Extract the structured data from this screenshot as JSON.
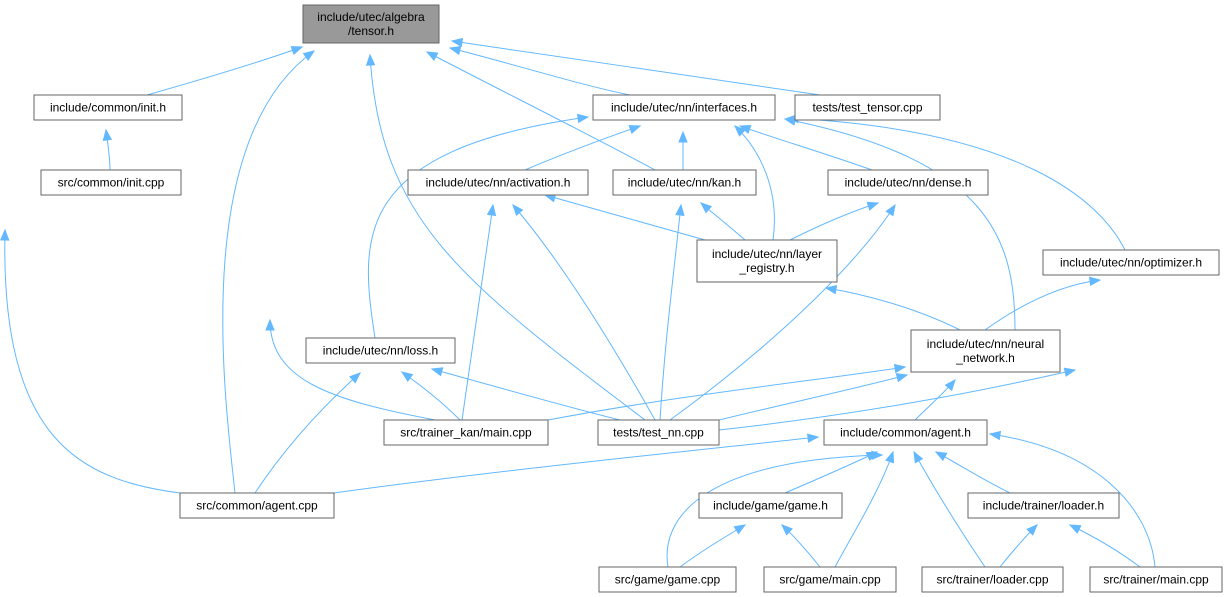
{
  "graph": {
    "colors": {
      "edge": "#63b8ff",
      "root_fill": "#999999",
      "node_border": "#666666",
      "node_fill": "#ffffff"
    },
    "nodes": {
      "tensor": {
        "label": [
          "include/utec/algebra",
          "/tensor.h"
        ]
      },
      "init_h": {
        "label": [
          "include/common/init.h"
        ]
      },
      "interfaces": {
        "label": [
          "include/utec/nn/interfaces.h"
        ]
      },
      "test_tensor": {
        "label": [
          "tests/test_tensor.cpp"
        ]
      },
      "init_cpp": {
        "label": [
          "src/common/init.cpp"
        ]
      },
      "activation": {
        "label": [
          "include/utec/nn/activation.h"
        ]
      },
      "kan": {
        "label": [
          "include/utec/nn/kan.h"
        ]
      },
      "dense": {
        "label": [
          "include/utec/nn/dense.h"
        ]
      },
      "layer_registry": {
        "label": [
          "include/utec/nn/layer",
          "_registry.h"
        ]
      },
      "optimizer": {
        "label": [
          "include/utec/nn/optimizer.h"
        ]
      },
      "loss": {
        "label": [
          "include/utec/nn/loss.h"
        ]
      },
      "neural_network": {
        "label": [
          "include/utec/nn/neural",
          "_network.h"
        ]
      },
      "trainer_kan_main": {
        "label": [
          "src/trainer_kan/main.cpp"
        ]
      },
      "test_nn": {
        "label": [
          "tests/test_nn.cpp"
        ]
      },
      "agent_h": {
        "label": [
          "include/common/agent.h"
        ]
      },
      "agent_cpp": {
        "label": [
          "src/common/agent.cpp"
        ]
      },
      "game_h": {
        "label": [
          "include/game/game.h"
        ]
      },
      "loader_h": {
        "label": [
          "include/trainer/loader.h"
        ]
      },
      "game_cpp": {
        "label": [
          "src/game/game.cpp"
        ]
      },
      "game_main": {
        "label": [
          "src/game/main.cpp"
        ]
      },
      "loader_cpp": {
        "label": [
          "src/trainer/loader.cpp"
        ]
      },
      "trainer_main": {
        "label": [
          "src/trainer/main.cpp"
        ]
      }
    },
    "edges": [
      [
        "init_h",
        "tensor"
      ],
      [
        "interfaces",
        "tensor"
      ],
      [
        "test_tensor",
        "tensor"
      ],
      [
        "kan",
        "tensor"
      ],
      [
        "agent_cpp",
        "tensor"
      ],
      [
        "trainer_kan_main",
        "tensor"
      ],
      [
        "test_nn",
        "tensor"
      ],
      [
        "init_cpp",
        "init_h"
      ],
      [
        "agent_cpp",
        "init_h"
      ],
      [
        "activation",
        "interfaces"
      ],
      [
        "kan",
        "interfaces"
      ],
      [
        "dense",
        "interfaces"
      ],
      [
        "layer_registry",
        "interfaces"
      ],
      [
        "loss",
        "interfaces"
      ],
      [
        "neural_network",
        "interfaces"
      ],
      [
        "optimizer",
        "interfaces"
      ],
      [
        "layer_registry",
        "activation"
      ],
      [
        "trainer_kan_main",
        "activation"
      ],
      [
        "test_nn",
        "activation"
      ],
      [
        "layer_registry",
        "kan"
      ],
      [
        "test_nn",
        "kan"
      ],
      [
        "layer_registry",
        "dense"
      ],
      [
        "test_nn",
        "dense"
      ],
      [
        "neural_network",
        "layer_registry"
      ],
      [
        "neural_network",
        "optimizer"
      ],
      [
        "test_nn",
        "optimizer"
      ],
      [
        "agent_cpp",
        "loss"
      ],
      [
        "trainer_kan_main",
        "loss"
      ],
      [
        "test_nn",
        "loss"
      ],
      [
        "trainer_kan_main",
        "neural_network"
      ],
      [
        "test_nn",
        "neural_network"
      ],
      [
        "agent_h",
        "neural_network"
      ],
      [
        "agent_cpp",
        "agent_h"
      ],
      [
        "game_h",
        "agent_h"
      ],
      [
        "loader_h",
        "agent_h"
      ],
      [
        "game_cpp",
        "agent_h"
      ],
      [
        "game_main",
        "agent_h"
      ],
      [
        "loader_cpp",
        "agent_h"
      ],
      [
        "trainer_main",
        "agent_h"
      ],
      [
        "game_cpp",
        "game_h"
      ],
      [
        "game_main",
        "game_h"
      ],
      [
        "loader_cpp",
        "loader_h"
      ],
      [
        "trainer_main",
        "loader_h"
      ]
    ]
  }
}
